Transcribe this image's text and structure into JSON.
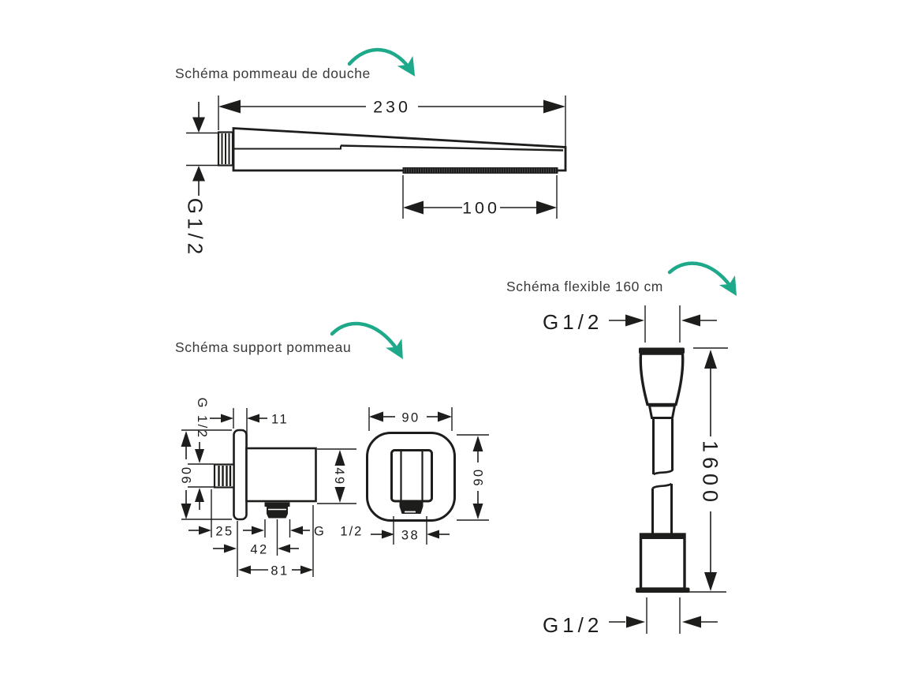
{
  "colors": {
    "accent": "#1ea98a",
    "ink": "#1d1d1b",
    "title_text": "#3a3a3a",
    "background": "#ffffff"
  },
  "sections": {
    "shower_head": {
      "title": "Schéma pommeau de douche",
      "dim_width": "230",
      "dim_spray": "100",
      "dim_thread": "G1/2"
    },
    "holder": {
      "title": "Schéma support pommeau",
      "side": {
        "thread_wall": "G 1/2",
        "plate_thickness": "11",
        "height": "90",
        "body_height": "49",
        "inset": "25",
        "outlet_offset": "42",
        "depth": "81",
        "thread_out": "G 1/2"
      },
      "front": {
        "width": "90",
        "height": "90",
        "bracket_width": "38"
      }
    },
    "hose": {
      "title": "Schéma flexible 160 cm",
      "thread_top": "G1/2",
      "length": "1600",
      "thread_bottom": "G1/2"
    }
  }
}
